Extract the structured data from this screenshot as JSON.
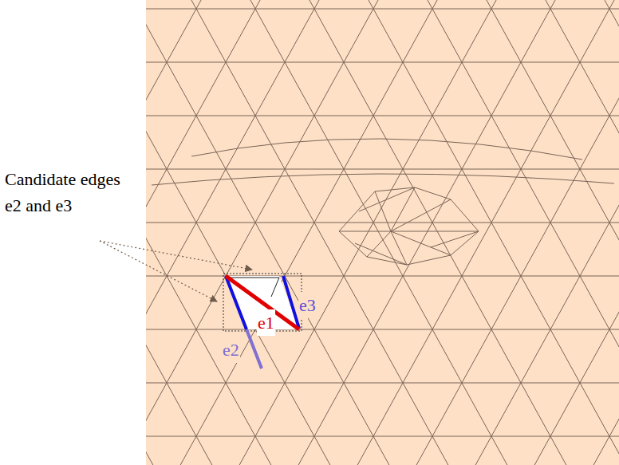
{
  "diagram": {
    "labels": [
      "Candidate edges e2 and e3",
      "e1",
      "e2",
      "e3"
    ]
  }
}
